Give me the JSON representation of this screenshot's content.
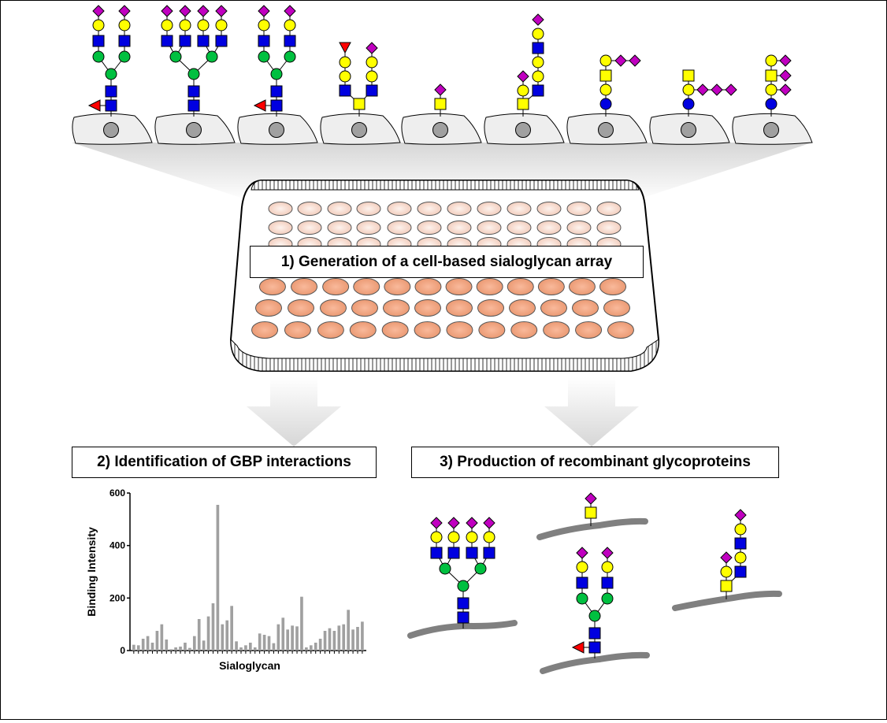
{
  "steps": {
    "step1": "1) Generation of a cell-based sialoglycan array",
    "step2": "2) Identification of GBP interactions",
    "step3": "3) Production of recombinant glycoproteins"
  },
  "colors": {
    "sialic_acid": "#c000c0",
    "galactose": "#ffff00",
    "glcnac": "#0000e0",
    "galnac": "#ffff00",
    "mannose": "#00c040",
    "fucose": "#ff0000",
    "glucose": "#0000e0",
    "cell": "#eeeeee",
    "nucleus": "#a0a0a0",
    "well_top": "#f7e2da",
    "well_bottom": "#f4a583",
    "bar": "#a0a0a0",
    "protein": "#808080"
  },
  "icons": [
    "cell-icon",
    "glycan-icon",
    "microplate-icon",
    "down-arrow-icon",
    "protein-backbone-icon"
  ],
  "chart_data": {
    "type": "bar",
    "title": "",
    "xlabel": "Sialoglycan",
    "ylabel": "Binding Intensity",
    "ylim": [
      0,
      600
    ],
    "yticks": [
      0,
      200,
      400,
      600
    ],
    "grid": false,
    "values": [
      22,
      20,
      45,
      55,
      30,
      75,
      100,
      42,
      5,
      12,
      15,
      30,
      10,
      55,
      120,
      38,
      130,
      180,
      555,
      100,
      115,
      170,
      35,
      12,
      20,
      30,
      12,
      65,
      60,
      55,
      28,
      100,
      125,
      80,
      95,
      92,
      205,
      12,
      20,
      30,
      45,
      75,
      85,
      75,
      95,
      100,
      155,
      80,
      90,
      110
    ]
  }
}
